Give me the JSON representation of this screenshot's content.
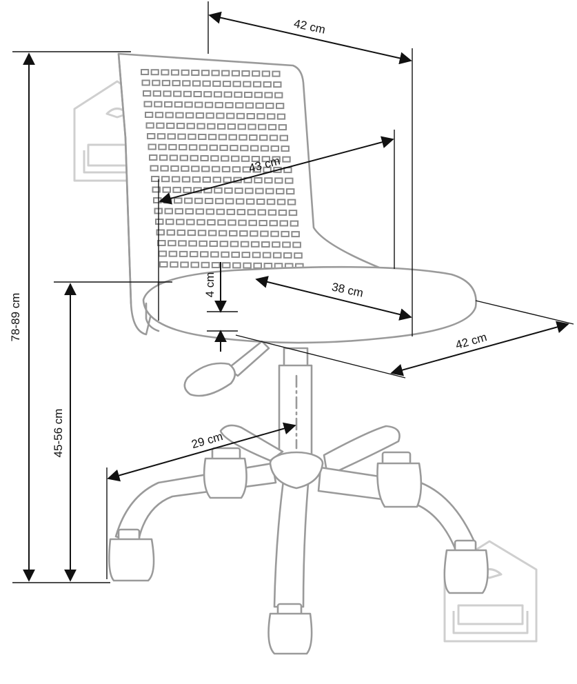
{
  "dimensions": {
    "back_width": "42 cm",
    "back_height": "43 cm",
    "seat_depth": "38 cm",
    "seat_thickness": "4 cm",
    "seat_width": "42 cm",
    "base_radius": "29 cm",
    "total_height": "78-89 cm",
    "seat_height": "45-56 cm"
  },
  "icons": {
    "watermark_top_left": "house-sofa-logo-icon",
    "watermark_bottom_right": "house-sofa-logo-icon"
  },
  "colors": {
    "chair_outline": "#9a9a9a",
    "dimension_lines": "#111111",
    "watermark": "#cfcfcf"
  }
}
